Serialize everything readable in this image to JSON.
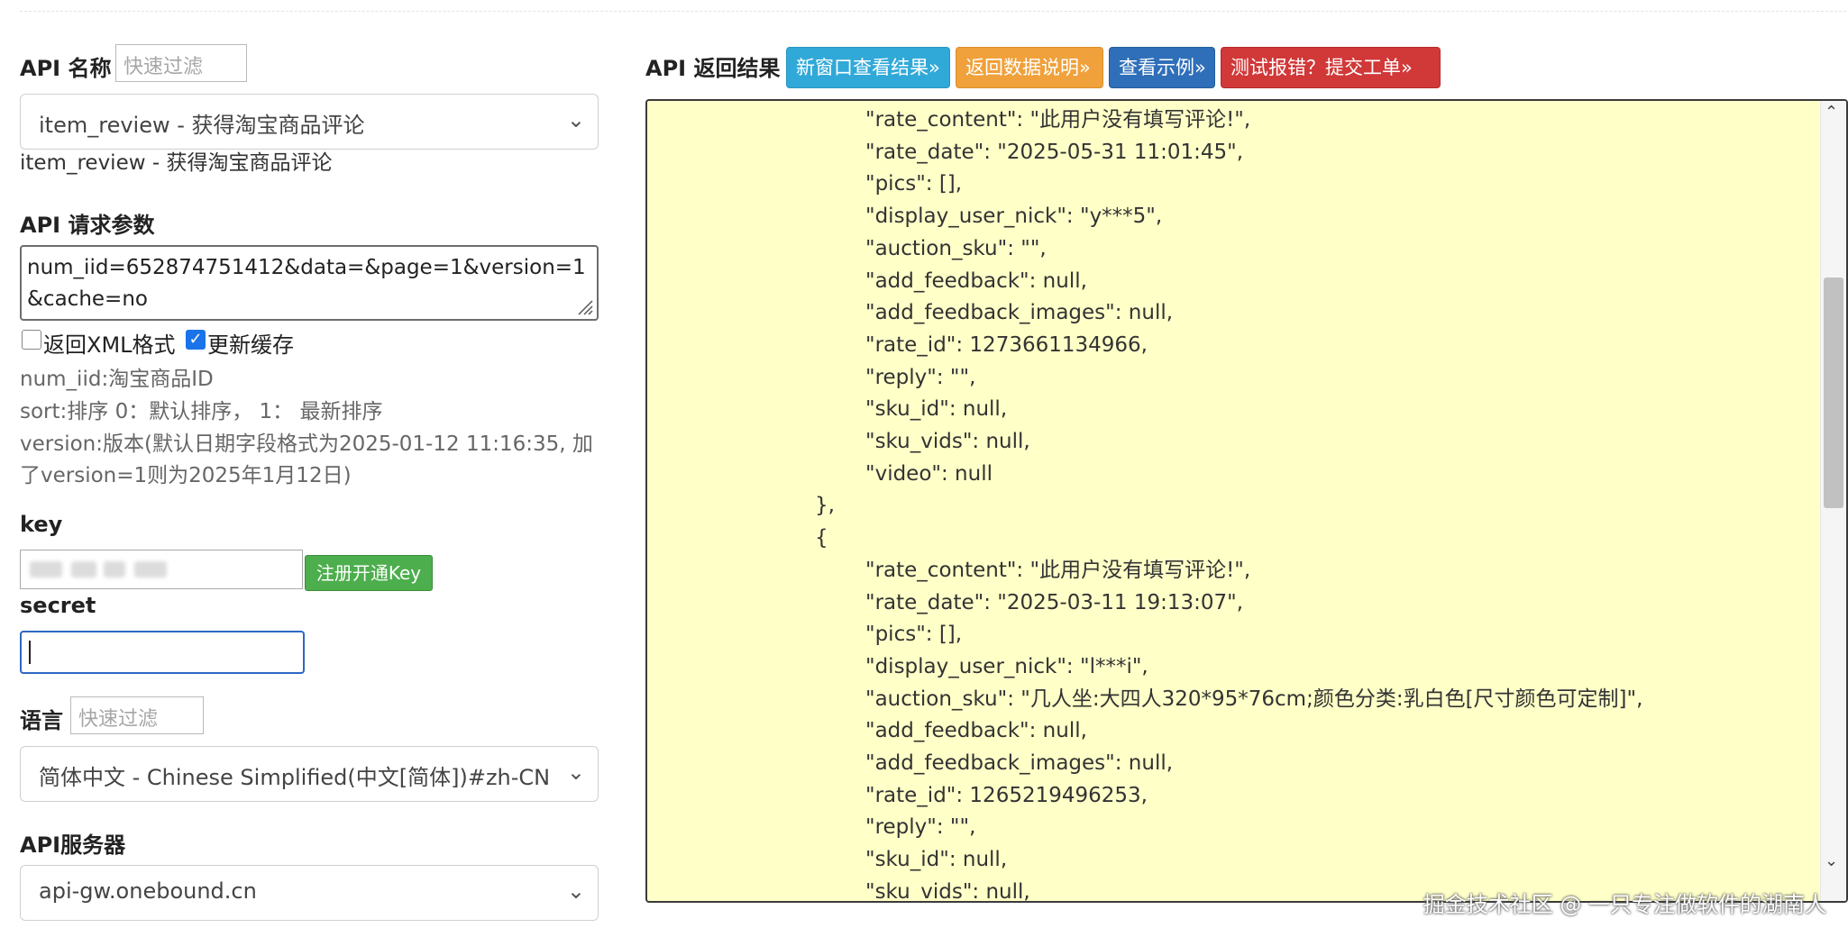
{
  "left": {
    "api_name_label": "API 名称",
    "api_filter_placeholder": "快速过滤",
    "api_selected": "item_review - 获得淘宝商品评论",
    "api_selected_caption": "item_review - 获得淘宝商品评论",
    "params_label": "API 请求参数",
    "params_value": "num_iid=652874751412&data=&page=1&version=1&cache=no",
    "xml_label": "返回XML格式",
    "cache_label": "更新缓存",
    "notes": [
      "num_iid:淘宝商品ID",
      "sort:排序 0：默认排序， 1： 最新排序",
      "version:版本(默认日期字段格式为2025-01-12 11:16:35, 加了version=1则为2025年1月12日)"
    ],
    "key_label": "key",
    "register_button": "注册开通Key",
    "secret_label": "secret",
    "lang_label": "语言",
    "lang_filter_placeholder": "快速过滤",
    "lang_selected": "简体中文 - Chinese Simplified(中文[简体])#zh-CN",
    "server_label": "API服务器",
    "server_selected": "api-gw.onebound.cn"
  },
  "right": {
    "result_label": "API 返回结果",
    "buttons": [
      "新窗口查看结果»",
      "返回数据说明»",
      "查看示例»",
      "测试报错？提交工单»"
    ],
    "code_lines": [
      {
        "indent": 2,
        "text": "\"rate_content\": \"此用户没有填写评论!\","
      },
      {
        "indent": 2,
        "text": "\"rate_date\": \"2025-05-31 11:01:45\","
      },
      {
        "indent": 2,
        "text": "\"pics\": [],"
      },
      {
        "indent": 2,
        "text": "\"display_user_nick\": \"y***5\","
      },
      {
        "indent": 2,
        "text": "\"auction_sku\": \"\","
      },
      {
        "indent": 2,
        "text": "\"add_feedback\": null,"
      },
      {
        "indent": 2,
        "text": "\"add_feedback_images\": null,"
      },
      {
        "indent": 2,
        "text": "\"rate_id\": 1273661134966,"
      },
      {
        "indent": 2,
        "text": "\"reply\": \"\","
      },
      {
        "indent": 2,
        "text": "\"sku_id\": null,"
      },
      {
        "indent": 2,
        "text": "\"sku_vids\": null,"
      },
      {
        "indent": 2,
        "text": "\"video\": null"
      },
      {
        "indent": 1,
        "text": "},"
      },
      {
        "indent": 1,
        "text": "{"
      },
      {
        "indent": 2,
        "text": "\"rate_content\": \"此用户没有填写评论!\","
      },
      {
        "indent": 2,
        "text": "\"rate_date\": \"2025-03-11 19:13:07\","
      },
      {
        "indent": 2,
        "text": "\"pics\": [],"
      },
      {
        "indent": 2,
        "text": "\"display_user_nick\": \"l***i\","
      },
      {
        "indent": 2,
        "text": "\"auction_sku\": \"几人坐:大四人320*95*76cm;颜色分类:乳白色[尺寸颜色可定制]\","
      },
      {
        "indent": 2,
        "text": "\"add_feedback\": null,"
      },
      {
        "indent": 2,
        "text": "\"add_feedback_images\": null,"
      },
      {
        "indent": 2,
        "text": "\"rate_id\": 1265219496253,"
      },
      {
        "indent": 2,
        "text": "\"reply\": \"\","
      },
      {
        "indent": 2,
        "text": "\"sku_id\": null,"
      },
      {
        "indent": 2,
        "text": "\"sku_vids\": null,"
      }
    ]
  },
  "watermark": "掘金技术社区 @ 一只专注做软件的湖南人"
}
